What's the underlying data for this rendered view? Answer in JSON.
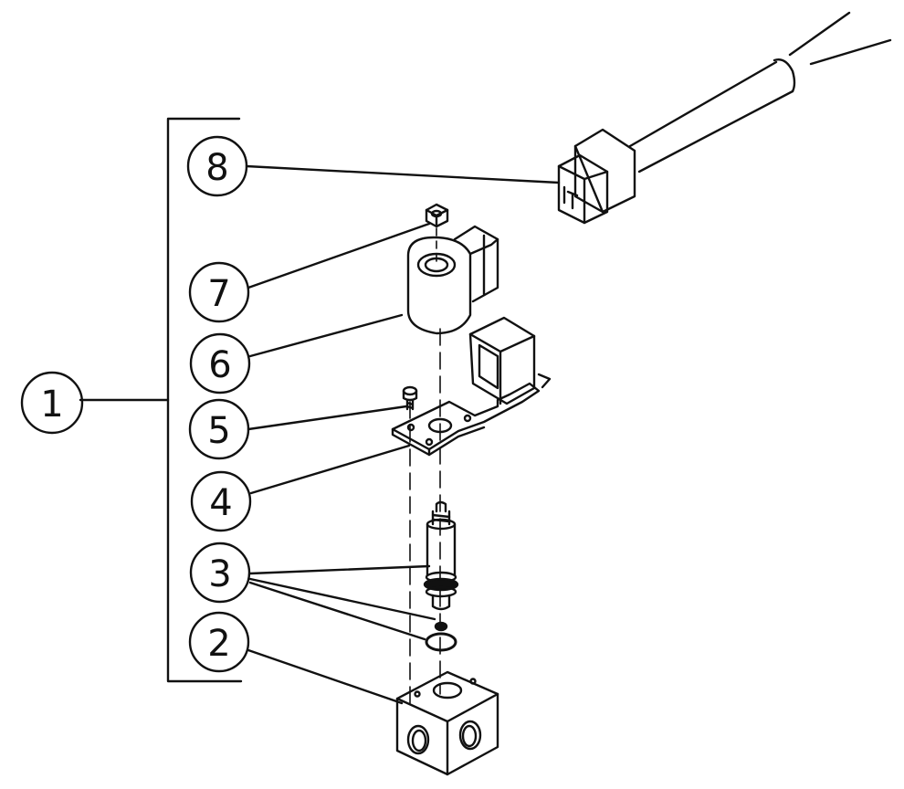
{
  "callouts": {
    "c1": "1",
    "c2": "2",
    "c3": "3",
    "c4": "4",
    "c5": "5",
    "c6": "6",
    "c7": "7",
    "c8": "8"
  },
  "colors": {
    "ink": "#111111",
    "paper": "#ffffff"
  }
}
